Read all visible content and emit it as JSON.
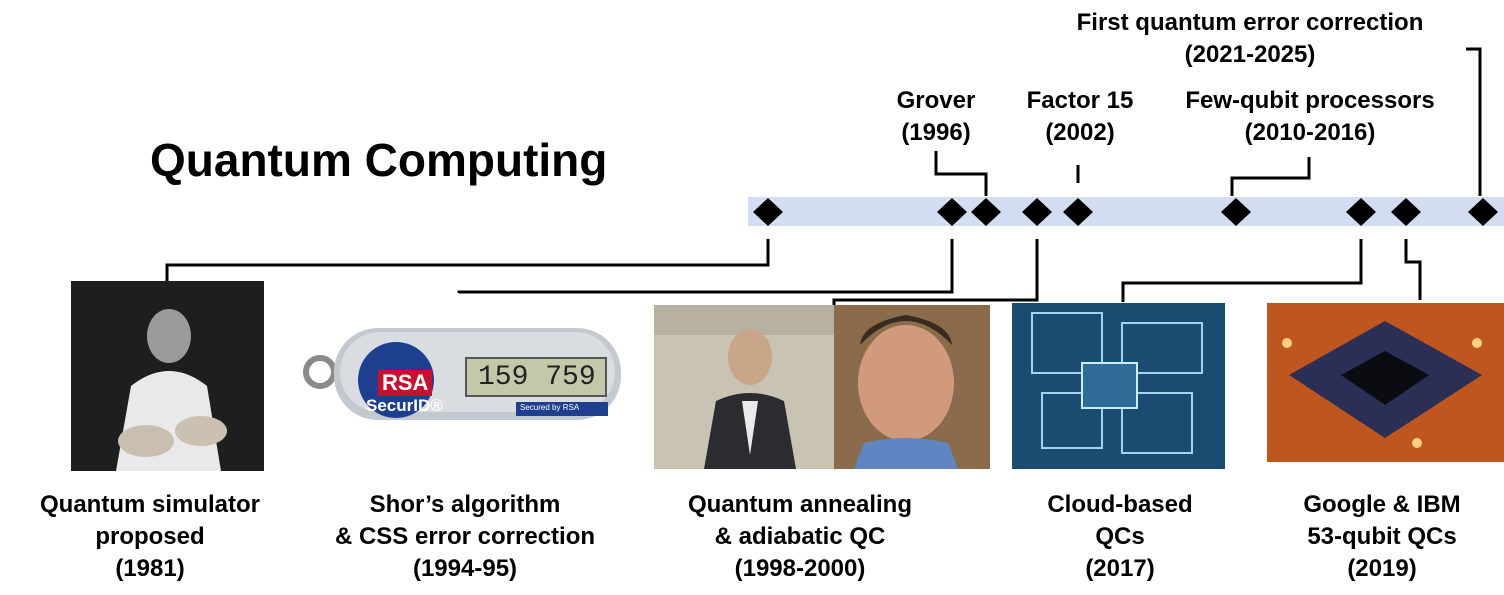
{
  "title": "Quantum Computing",
  "colors": {
    "timeline_bar": "#d3ddf1",
    "marker": "#000000"
  },
  "top_events": [
    {
      "lines": [
        "Grover",
        "(1996)"
      ]
    },
    {
      "lines": [
        "Factor 15",
        "(2002)"
      ]
    },
    {
      "lines": [
        "Few-qubit processors",
        "(2010-2016)"
      ]
    },
    {
      "lines": [
        "First quantum error correction",
        "(2021-2025)"
      ]
    }
  ],
  "bottom_events": [
    {
      "lines": [
        "Quantum simulator",
        "proposed",
        "(1981)"
      ],
      "image": "physicist-with-bongo-drums-photo"
    },
    {
      "lines": [
        "Shor’s algorithm",
        "& CSS error correction",
        "(1994-95)"
      ],
      "image": "rsa-securid-token"
    },
    {
      "lines": [
        "Quantum annealing",
        "& adiabatic QC",
        "(1998-2000)"
      ],
      "image": "two-researcher-portraits"
    },
    {
      "lines": [
        "Cloud-based",
        "QCs",
        "(2017)"
      ],
      "image": "quantum-chip-render"
    },
    {
      "lines": [
        "Google & IBM",
        "53-qubit QCs",
        "(2019)"
      ],
      "image": "sycamore-processor-photo"
    }
  ],
  "token": {
    "brand": "RSA",
    "product": "SecurID®",
    "display": "159 759",
    "secured_by": "Secured by",
    "secured_brand": "RSA"
  }
}
